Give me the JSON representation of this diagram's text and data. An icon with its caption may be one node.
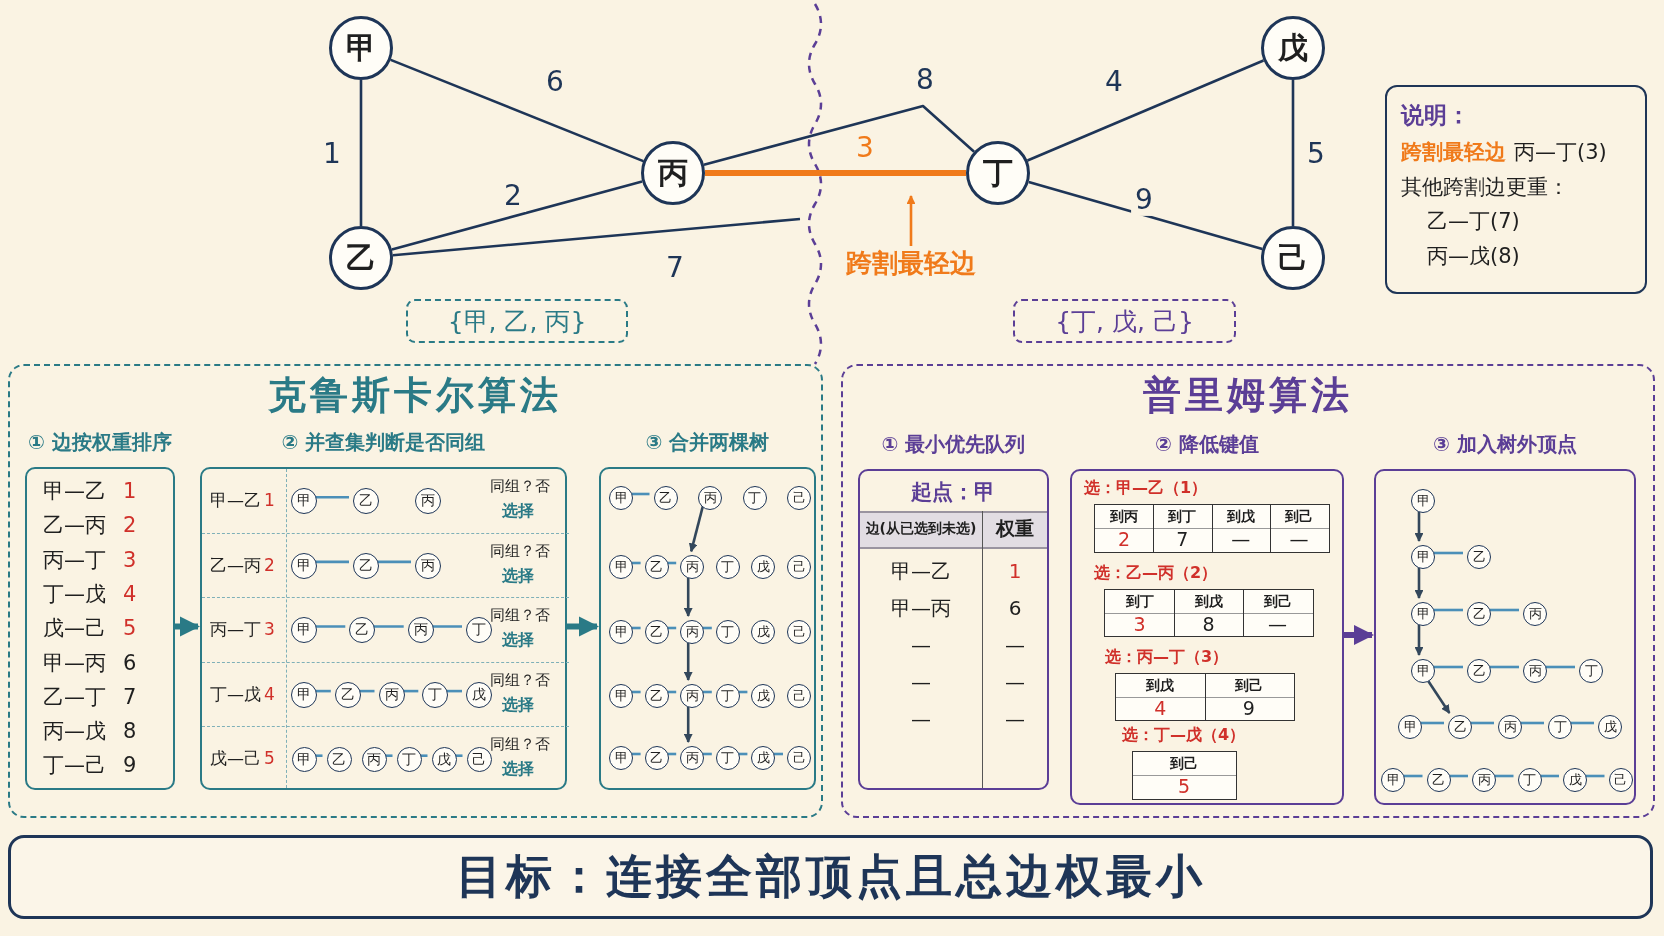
{
  "diagram": {
    "nodes": [
      {
        "text": [
          "甲"
        ]
      },
      {
        "text": [
          "乙"
        ]
      },
      {
        "text": [
          "丙"
        ]
      },
      {
        "text": [
          "丁"
        ]
      },
      {
        "text": [
          "戊"
        ]
      },
      {
        "text": [
          "己"
        ]
      },
      {
        "text": [
          "跨割最轻边"
        ]
      },
      {
        "text": [
          "{甲, 乙, 丙}"
        ]
      },
      {
        "text": [
          "{丁, 戊, 己}"
        ]
      },
      {
        "text": [
          "说明：",
          "跨割最轻边",
          "丙—丁(3)",
          "其他跨割边更重：",
          "乙—丁(7)",
          "丙—戊(8)"
        ]
      },
      {
        "text": [
          "克鲁斯卡尔算法"
        ]
      },
      {
        "text": [
          "甲—乙",
          "1",
          "乙—丙",
          "2",
          "丙—丁",
          "3",
          "丁—戊",
          "4",
          "戊—己",
          "5",
          "甲—丙",
          "6",
          "乙—丁",
          "7",
          "丙—戊",
          "8",
          "丁—己",
          "9"
        ],
        "beside": [
          "① 边按权重排序"
        ],
        "in": 10
      },
      {
        "text": [],
        "shape": "box",
        "beside": [
          "② 并查集判断是否同组"
        ],
        "in": 10
      },
      {
        "text": [
          "甲—乙",
          "1",
          "同组？否",
          "选择"
        ],
        "in": 12
      },
      {
        "text": [
          "乙—丙",
          "2",
          "同组？否",
          "选择"
        ],
        "in": 12
      },
      {
        "text": [
          "丙—丁",
          "3",
          "同组？否",
          "选择"
        ],
        "in": 12
      },
      {
        "text": [
          "丁—戊",
          "4",
          "同组？否",
          "选择"
        ],
        "in": 12
      },
      {
        "text": [
          "戊—己",
          "5",
          "同组？否",
          "选择"
        ],
        "in": 12
      },
      {
        "text": [
          "甲"
        ],
        "in": 13
      },
      {
        "text": [
          "乙"
        ],
        "in": 13
      },
      {
        "text": [
          "丙"
        ],
        "in": 13
      },
      {
        "text": [
          "甲"
        ],
        "in": 14
      },
      {
        "text": [
          "乙"
        ],
        "in": 14
      },
      {
        "text": [
          "丙"
        ],
        "in": 14
      },
      {
        "text": [
          "甲"
        ],
        "in": 15
      },
      {
        "text": [
          "乙"
        ],
        "in": 15
      },
      {
        "text": [
          "丙"
        ],
        "in": 15
      },
      {
        "text": [
          "丁"
        ],
        "in": 15
      },
      {
        "text": [
          "甲"
        ],
        "in": 16
      },
      {
        "text": [
          "乙"
        ],
        "in": 16
      },
      {
        "text": [
          "丙"
        ],
        "in": 16
      },
      {
        "text": [
          "丁"
        ],
        "in": 16
      },
      {
        "text": [
          "戊"
        ],
        "in": 16
      },
      {
        "text": [
          "甲"
        ],
        "in": 17
      },
      {
        "text": [
          "乙"
        ],
        "in": 17
      },
      {
        "text": [
          "丙"
        ],
        "in": 17
      },
      {
        "text": [
          "丁"
        ],
        "in": 17
      },
      {
        "text": [
          "戊"
        ],
        "in": 17
      },
      {
        "text": [
          "己"
        ],
        "in": 17
      },
      {
        "text": [],
        "shape": "box",
        "beside": [
          "③ 合并两棵树"
        ],
        "in": 10
      },
      {
        "text": [
          "甲"
        ],
        "in": 39
      },
      {
        "text": [
          "乙"
        ],
        "in": 39
      },
      {
        "text": [
          "丙"
        ],
        "in": 39
      },
      {
        "text": [
          "丁"
        ],
        "in": 39
      },
      {
        "text": [
          "己"
        ],
        "in": 39
      },
      {
        "text": [
          "甲"
        ],
        "in": 39
      },
      {
        "text": [
          "乙"
        ],
        "in": 39
      },
      {
        "text": [
          "丙"
        ],
        "in": 39
      },
      {
        "text": [
          "丁"
        ],
        "in": 39
      },
      {
        "text": [
          "戊"
        ],
        "in": 39
      },
      {
        "text": [
          "己"
        ],
        "in": 39
      },
      {
        "text": [
          "甲"
        ],
        "in": 39
      },
      {
        "text": [
          "乙"
        ],
        "in": 39
      },
      {
        "text": [
          "丙"
        ],
        "in": 39
      },
      {
        "text": [
          "丁"
        ],
        "in": 39
      },
      {
        "text": [
          "戊"
        ],
        "in": 39
      },
      {
        "text": [
          "己"
        ],
        "in": 39
      },
      {
        "text": [
          "甲"
        ],
        "in": 39
      },
      {
        "text": [
          "乙"
        ],
        "in": 39
      },
      {
        "text": [
          "丙"
        ],
        "in": 39
      },
      {
        "text": [
          "丁"
        ],
        "in": 39
      },
      {
        "text": [
          "戊"
        ],
        "in": 39
      },
      {
        "text": [
          "己"
        ],
        "in": 39
      },
      {
        "text": [
          "甲"
        ],
        "in": 39
      },
      {
        "text": [
          "乙"
        ],
        "in": 39
      },
      {
        "text": [
          "丙"
        ],
        "in": 39
      },
      {
        "text": [
          "丁"
        ],
        "in": 39
      },
      {
        "text": [
          "戊"
        ],
        "in": 39
      },
      {
        "text": [
          "己"
        ],
        "in": 39
      },
      {
        "text": [
          "普里姆算法"
        ]
      },
      {
        "text": [
          "起点：甲",
          "边(从已选到未选)",
          "权重",
          "甲—乙",
          "1",
          "甲—丙",
          "6",
          "—",
          "—",
          "—",
          "—",
          "—",
          "—"
        ],
        "beside": [
          "① 最小优先队列"
        ],
        "in": 69
      },
      {
        "text": [],
        "shape": "box",
        "beside": [
          "② 降低键值"
        ],
        "in": 69
      },
      {
        "text": [
          "到丙",
          "到丁",
          "到戊",
          "到己",
          "2",
          "7",
          "—",
          "—"
        ],
        "beside": [
          "选：甲—乙（1）"
        ],
        "in": 71
      },
      {
        "text": [
          "到丁",
          "到戊",
          "到己",
          "3",
          "8",
          "—"
        ],
        "beside": [
          "选：乙—丙（2）"
        ],
        "in": 71
      },
      {
        "text": [
          "到戊",
          "到己",
          "4",
          "9"
        ],
        "beside": [
          "选：丙—丁（3）"
        ],
        "in": 71
      },
      {
        "text": [
          "到己",
          "5"
        ],
        "beside": [
          "选：丁—戊（4）"
        ],
        "in": 71
      },
      {
        "text": [],
        "shape": "box",
        "beside": [
          "③ 加入树外顶点"
        ],
        "in": 69
      },
      {
        "text": [
          "甲"
        ],
        "in": 76
      },
      {
        "text": [
          "甲"
        ],
        "in": 76
      },
      {
        "text": [
          "乙"
        ],
        "in": 76
      },
      {
        "text": [
          "甲"
        ],
        "in": 76
      },
      {
        "text": [
          "乙"
        ],
        "in": 76
      },
      {
        "text": [
          "丙"
        ],
        "in": 76
      },
      {
        "text": [
          "甲"
        ],
        "in": 76
      },
      {
        "text": [
          "乙"
        ],
        "in": 76
      },
      {
        "text": [
          "丙"
        ],
        "in": 76
      },
      {
        "text": [
          "丁"
        ],
        "in": 76
      },
      {
        "text": [
          "甲"
        ],
        "in": 76
      },
      {
        "text": [
          "乙"
        ],
        "in": 76
      },
      {
        "text": [
          "丙"
        ],
        "in": 76
      },
      {
        "text": [
          "丁"
        ],
        "in": 76
      },
      {
        "text": [
          "戊"
        ],
        "in": 76
      },
      {
        "text": [
          "甲"
        ],
        "in": 76
      },
      {
        "text": [
          "乙"
        ],
        "in": 76
      },
      {
        "text": [
          "丙"
        ],
        "in": 76
      },
      {
        "text": [
          "丁"
        ],
        "in": 76
      },
      {
        "text": [
          "戊"
        ],
        "in": 76
      },
      {
        "text": [
          "己"
        ],
        "in": 76
      },
      {
        "text": [
          "目标：连接全部顶点且总边权最小"
        ]
      }
    ],
    "edges": [
      {
        "from": 0,
        "to": 1,
        "arrow": "none",
        "label": "1",
        "color": "#1e3557"
      },
      {
        "from": 0,
        "to": 2,
        "arrow": "none",
        "label": "6",
        "color": "#1e3557"
      },
      {
        "from": 1,
        "to": 2,
        "arrow": "none",
        "label": "2",
        "color": "#1e3557"
      },
      {
        "from": 1,
        "to": null,
        "arrow": "none",
        "label": "7",
        "color": "#1e3557"
      },
      {
        "from": 2,
        "to": 3,
        "arrow": "none",
        "label": "3",
        "style": "thick",
        "color": "#f07a1a"
      },
      {
        "from": 2,
        "to": 3,
        "arrow": "none",
        "label": "8",
        "color": "#1e3557"
      },
      {
        "from": 3,
        "to": 4,
        "arrow": "none",
        "label": "4",
        "color": "#1e3557"
      },
      {
        "from": 4,
        "to": 5,
        "arrow": "none",
        "label": "5",
        "color": "#1e3557"
      },
      {
        "from": 3,
        "to": 5,
        "arrow": "none",
        "label": "9",
        "color": "#1e3557"
      },
      {
        "from": 6,
        "to": null,
        "arrow": "to",
        "color": "#f07a1a"
      },
      {
        "from": 11,
        "to": 12,
        "arrow": "to",
        "style": "thick",
        "color": "#2a7a86"
      },
      {
        "from": 12,
        "to": 39,
        "arrow": "to",
        "style": "thick",
        "color": "#2a7a86"
      },
      {
        "from": 71,
        "to": 76,
        "arrow": "to",
        "style": "thick",
        "color": "#5b3e96"
      },
      {
        "from": 18,
        "to": 19,
        "arrow": "none"
      },
      {
        "from": 21,
        "to": 22,
        "arrow": "none"
      },
      {
        "from": 22,
        "to": 23,
        "arrow": "none"
      },
      {
        "from": 24,
        "to": 25,
        "arrow": "none"
      },
      {
        "from": 25,
        "to": 26,
        "arrow": "none"
      },
      {
        "from": 26,
        "to": 27,
        "arrow": "none"
      },
      {
        "from": 28,
        "to": 29,
        "arrow": "none"
      },
      {
        "from": 29,
        "to": 30,
        "arrow": "none"
      },
      {
        "from": 30,
        "to": 31,
        "arrow": "none"
      },
      {
        "from": 31,
        "to": 32,
        "arrow": "none"
      },
      {
        "from": 33,
        "to": 34,
        "arrow": "none"
      },
      {
        "from": 35,
        "to": 36,
        "arrow": "none"
      },
      {
        "from": 36,
        "to": 37,
        "arrow": "none"
      },
      {
        "from": 37,
        "to": 38,
        "arrow": "none"
      },
      {
        "from": 40,
        "to": 41,
        "arrow": "none"
      },
      {
        "from": 45,
        "to": 46,
        "arrow": "none"
      },
      {
        "from": 46,
        "to": 47,
        "arrow": "none"
      },
      {
        "from": 51,
        "to": 52,
        "arrow": "none"
      },
      {
        "from": 52,
        "to": 53,
        "arrow": "none"
      },
      {
        "from": 53,
        "to": 54,
        "arrow": "none"
      },
      {
        "from": 57,
        "to": 58,
        "arrow": "none"
      },
      {
        "from": 58,
        "to": 59,
        "arrow": "none"
      },
      {
        "from": 59,
        "to": 60,
        "arrow": "none"
      },
      {
        "from": 60,
        "to": 61,
        "arrow": "none"
      },
      {
        "from": 63,
        "to": 64,
        "arrow": "none"
      },
      {
        "from": 64,
        "to": 65,
        "arrow": "none"
      },
      {
        "from": 65,
        "to": 66,
        "arrow": "none"
      },
      {
        "from": 66,
        "to": 67,
        "arrow": "none"
      },
      {
        "from": 67,
        "to": 68,
        "arrow": "none"
      },
      {
        "from": 78,
        "to": 79,
        "arrow": "none"
      },
      {
        "from": 80,
        "to": 81,
        "arrow": "none"
      },
      {
        "from": 81,
        "to": 82,
        "arrow": "none"
      },
      {
        "from": 83,
        "to": 84,
        "arrow": "none"
      },
      {
        "from": 84,
        "to": 85,
        "arrow": "none"
      },
      {
        "from": 85,
        "to": 86,
        "arrow": "none"
      },
      {
        "from": 87,
        "to": 88,
        "arrow": "none"
      },
      {
        "from": 88,
        "to": 89,
        "arrow": "none"
      },
      {
        "from": 89,
        "to": 90,
        "arrow": "none"
      },
      {
        "from": 90,
        "to": 91,
        "arrow": "none"
      },
      {
        "from": 92,
        "to": 93,
        "arrow": "none"
      },
      {
        "from": 93,
        "to": 94,
        "arrow": "none"
      },
      {
        "from": 94,
        "to": 95,
        "arrow": "none"
      },
      {
        "from": 95,
        "to": 96,
        "arrow": "none"
      },
      {
        "from": 96,
        "to": 97,
        "arrow": "none"
      },
      {
        "from": 42,
        "to": 47,
        "arrow": "to",
        "color": "#33475b"
      },
      {
        "from": 47,
        "to": 53,
        "arrow": "to",
        "color": "#33475b"
      },
      {
        "from": 53,
        "to": 59,
        "arrow": "to",
        "color": "#33475b"
      },
      {
        "from": 59,
        "to": 65,
        "arrow": "to",
        "color": "#33475b"
      },
      {
        "from": 77,
        "to": 78,
        "arrow": "to",
        "color": "#33475b"
      },
      {
        "from": 78,
        "to": 80,
        "arrow": "to",
        "color": "#33475b"
      },
      {
        "from": 80,
        "to": 83,
        "arrow": "to",
        "color": "#33475b"
      },
      {
        "from": 83,
        "to": 88,
        "arrow": "to",
        "color": "#33475b"
      }
    ]
  }
}
